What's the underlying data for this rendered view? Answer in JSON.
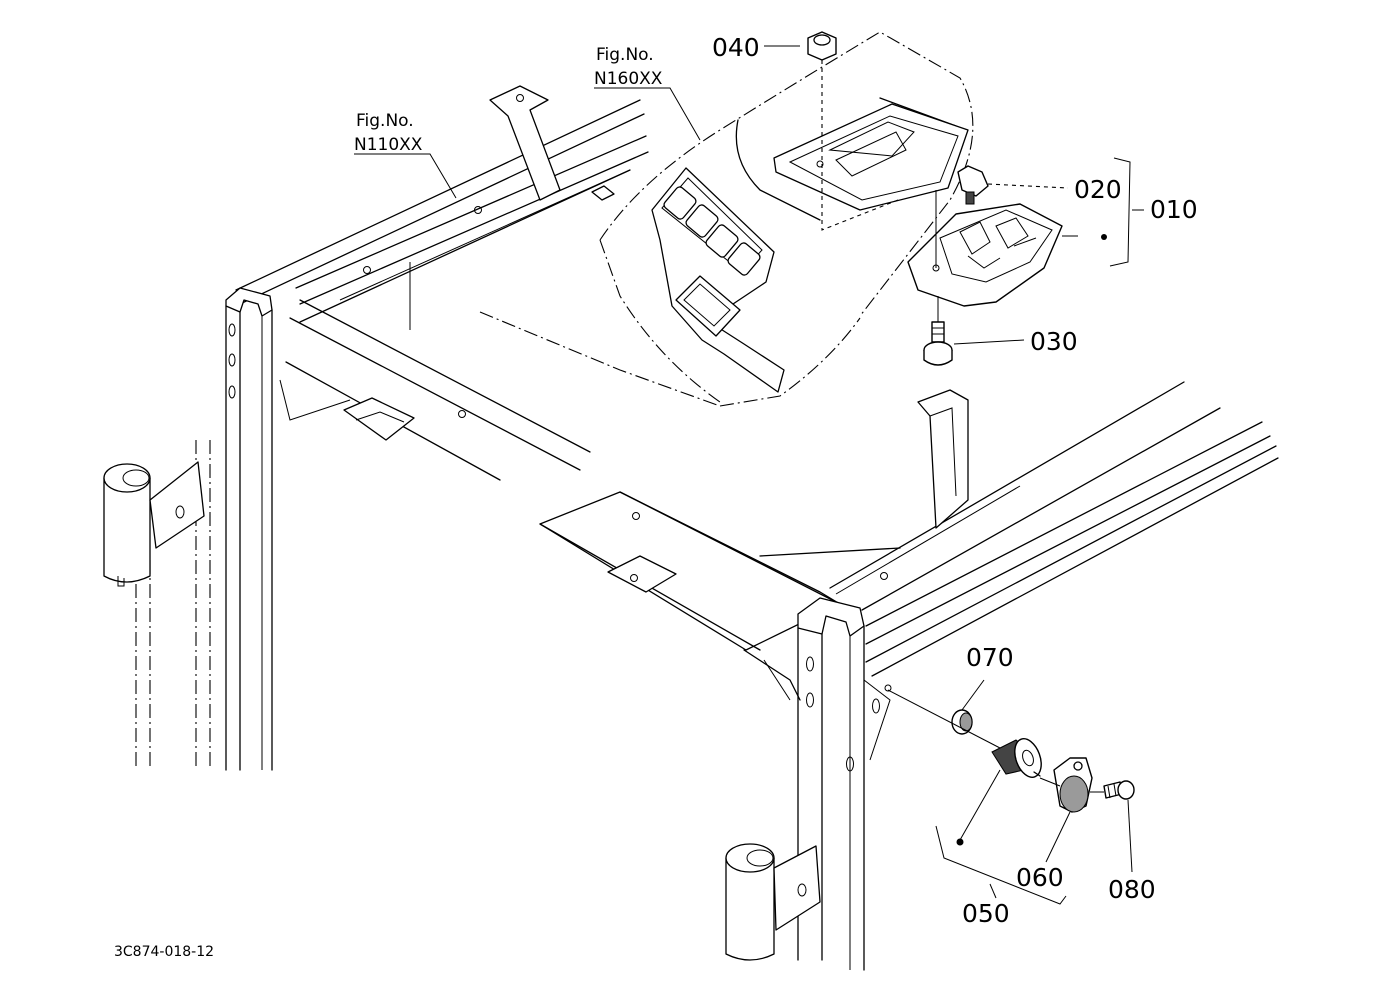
{
  "references": {
    "left": {
      "label": "Fig.No.",
      "number": "N110XX"
    },
    "right": {
      "label": "Fig.No.",
      "number": "N160XX"
    }
  },
  "callouts": {
    "c010": "010",
    "c020": "020",
    "c030": "030",
    "c040": "040",
    "c050": "050",
    "c060": "060",
    "c070": "070",
    "c080": "080"
  },
  "drawing_code": "3C874-018-12"
}
